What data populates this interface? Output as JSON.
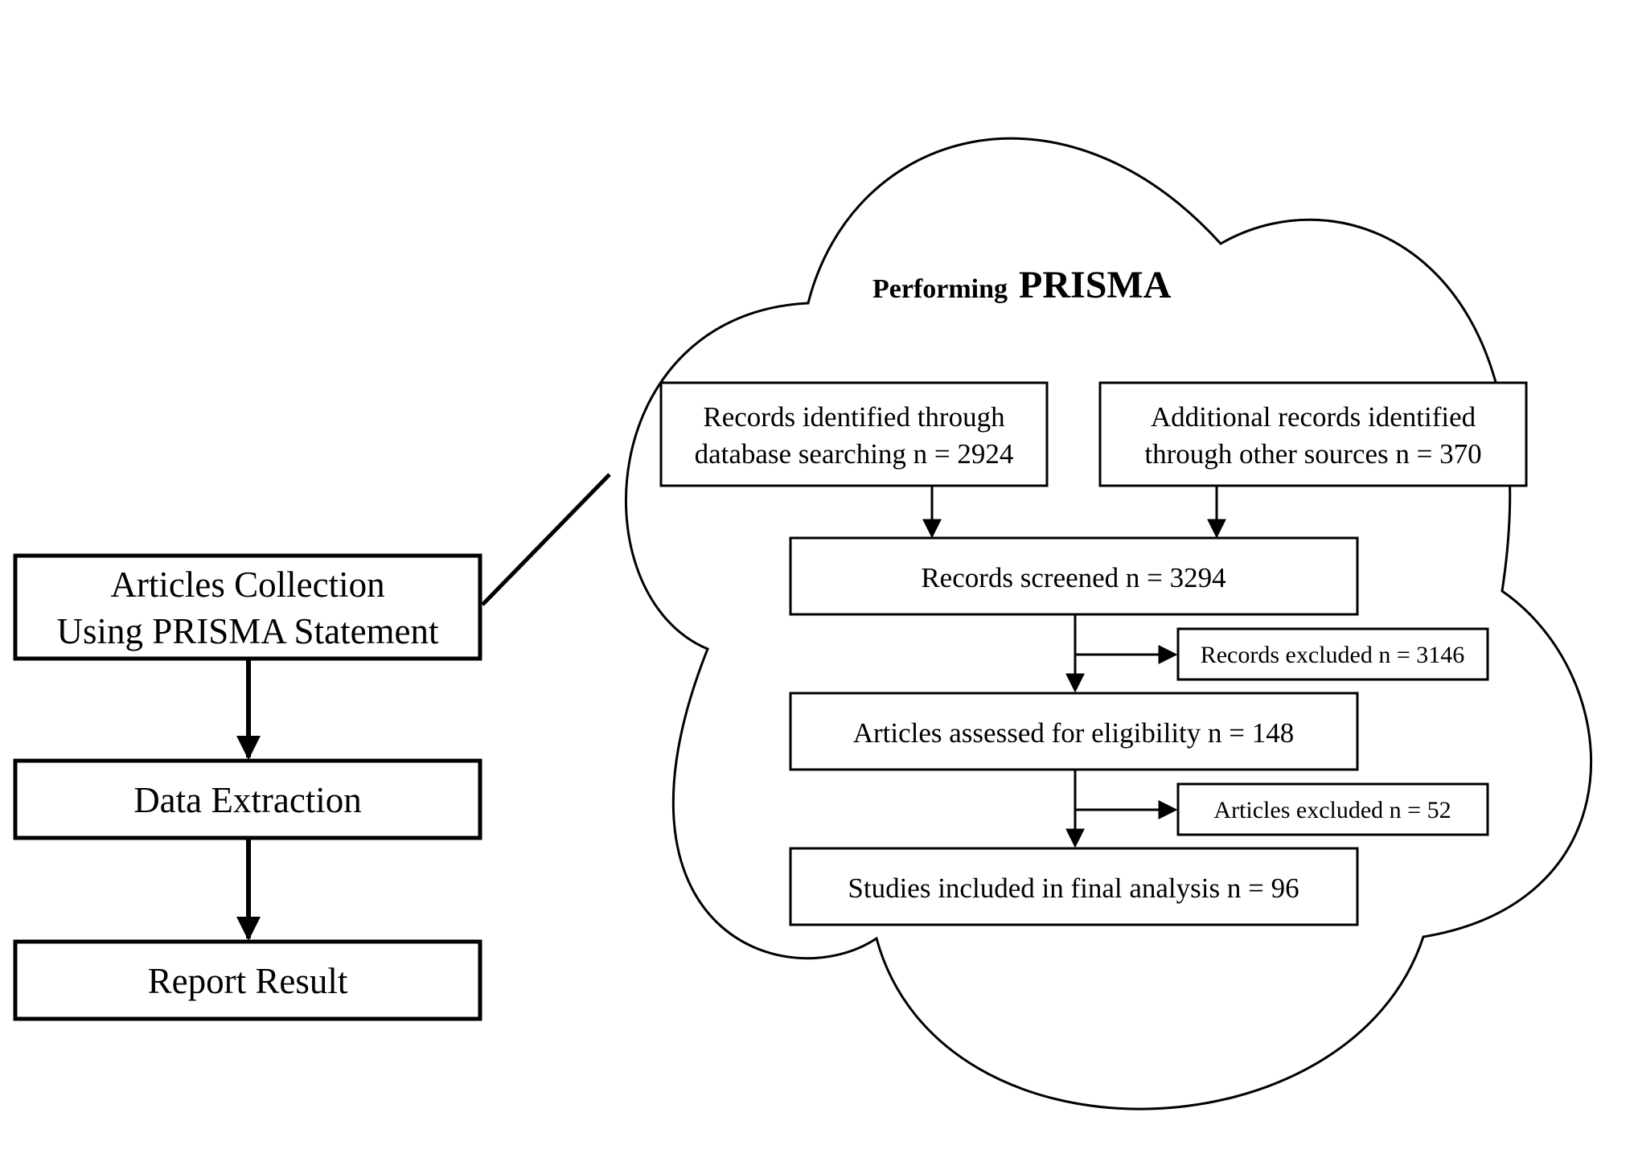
{
  "workflow": {
    "step1_line1": "Articles Collection",
    "step1_line2": "Using PRISMA Statement",
    "step2": "Data Extraction",
    "step3": "Report Result"
  },
  "prisma": {
    "title_prefix": "Performing",
    "title_main": "PRISMA",
    "db_line1": "Records identified through",
    "db_line2": "database searching n = 2924",
    "other_line1": "Additional records identified",
    "other_line2": "through other sources n = 370",
    "screened": "Records screened n = 3294",
    "records_excluded": "Records excluded n = 3146",
    "assessed": "Articles assessed for eligibility n = 148",
    "articles_excluded": "Articles excluded n = 52",
    "included": "Studies included in final analysis n = 96"
  }
}
